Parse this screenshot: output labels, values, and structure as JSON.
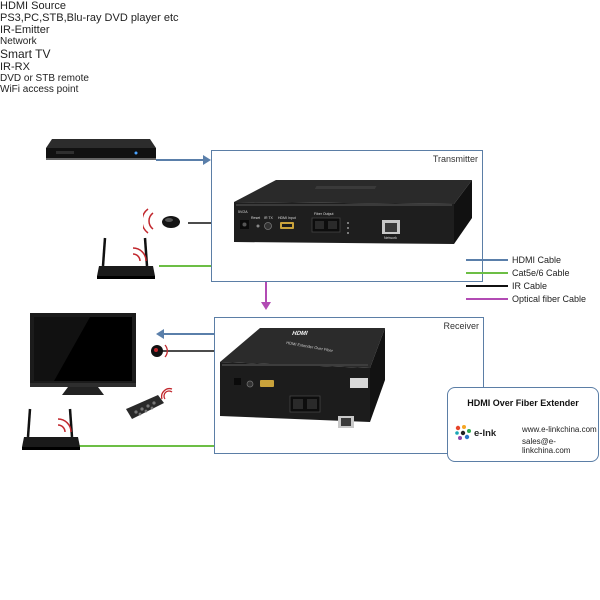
{
  "transmitter": {
    "title": "Transmitter"
  },
  "receiver": {
    "title": "Receiver"
  },
  "source": {
    "label_line1": "HDMI Source",
    "label_line2": "PS3,PC,STB,Blu-ray DVD player etc"
  },
  "ir_emitter": {
    "label": "IR-Emitter"
  },
  "network": {
    "label": "Network"
  },
  "smart_tv": {
    "label": "Smart TV"
  },
  "ir_rx": {
    "label": "IR-RX"
  },
  "remote": {
    "label": "DVD or STB remote"
  },
  "wifi": {
    "label": "WiFi access point"
  },
  "tx_device": {
    "ports": {
      "power": "5V/2A",
      "reset": "Reset",
      "ir_tx": "IR TX",
      "hdmi": "HDMI Input",
      "fiber": "Fiber Output",
      "lan": "Network"
    }
  },
  "rx_device": {
    "logo": "HDMI",
    "model": "HDMI Extender Over Fiber"
  },
  "legend": [
    {
      "label": "HDMI Cable",
      "color": "#5a7faa"
    },
    {
      "label": "Cat5e/6 Cable",
      "color": "#6cbe45"
    },
    {
      "label": "IR Cable",
      "color": "#111111"
    },
    {
      "label": "Optical fiber Cable",
      "color": "#b24bb4"
    }
  ],
  "info": {
    "title": "HDMI Over Fiber Extender",
    "brand": "e-Ink",
    "website": "www.e-linkchina.com",
    "email": "sales@e-linkchina.com"
  },
  "colors": {
    "hdmi": "#5a7faa",
    "network": "#6cbe45",
    "ir": "#111111",
    "fiber": "#b24bb4",
    "frame": "#5b7ea6"
  }
}
